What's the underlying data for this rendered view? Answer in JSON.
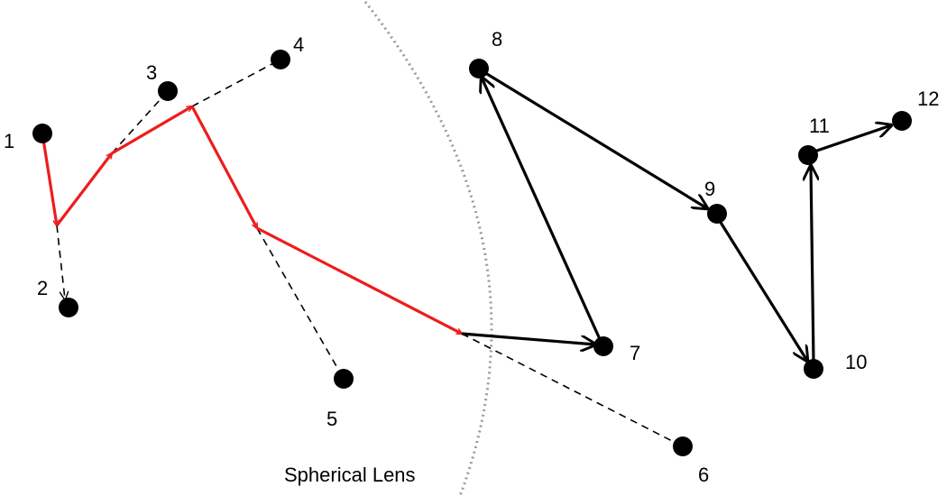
{
  "nodes": [
    {
      "id": "1",
      "label": "1"
    },
    {
      "id": "2",
      "label": "2"
    },
    {
      "id": "3",
      "label": "3"
    },
    {
      "id": "4",
      "label": "4"
    },
    {
      "id": "5",
      "label": "5"
    },
    {
      "id": "6",
      "label": "6"
    },
    {
      "id": "7",
      "label": "7"
    },
    {
      "id": "8",
      "label": "8"
    },
    {
      "id": "9",
      "label": "9"
    },
    {
      "id": "10",
      "label": "10"
    },
    {
      "id": "11",
      "label": "11"
    },
    {
      "id": "12",
      "label": "12"
    }
  ],
  "lens": {
    "label": "Spherical Lens",
    "stroke_color": "#999999"
  },
  "colors": {
    "node": "#000000",
    "refracted_path": "#ee1c1c",
    "direct_path": "#000000",
    "straight_line_path": "#000000"
  }
}
